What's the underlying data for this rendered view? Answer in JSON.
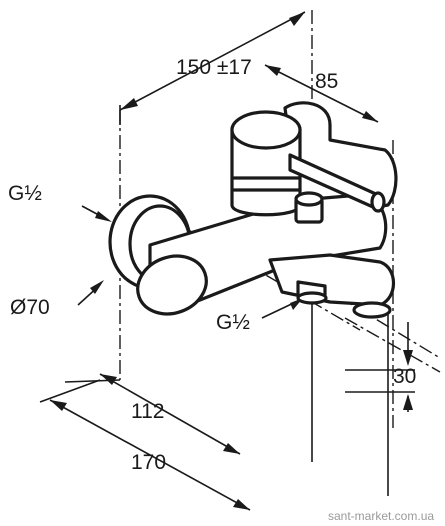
{
  "labels": {
    "width_150": "150 ±17",
    "depth_85": "85",
    "inlet_thread": "G½",
    "rosette_diameter": "Ø70",
    "outlet_thread": "G½",
    "depth_112": "112",
    "depth_170": "170",
    "height_30": "30"
  },
  "watermark": "sant-market.com.ua"
}
